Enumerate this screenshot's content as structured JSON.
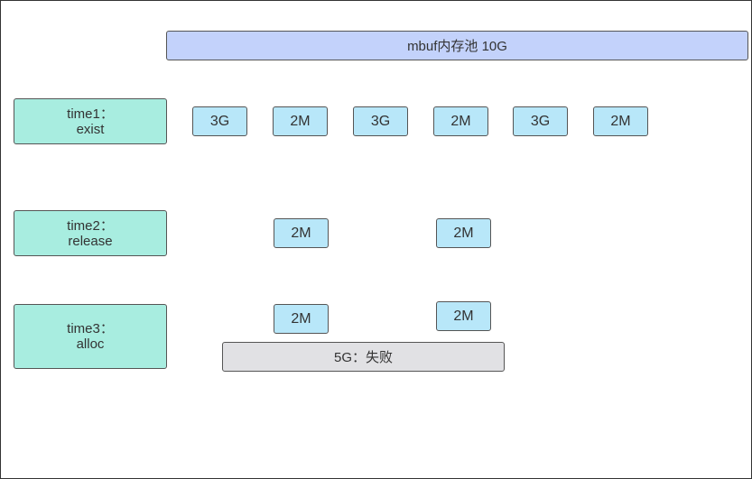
{
  "pool": {
    "label": "mbuf内存池 10G"
  },
  "rows": [
    {
      "label_line1": "time1：",
      "label_line2": "exist",
      "chunks": [
        "3G",
        "2M",
        "3G",
        "2M",
        "3G",
        "2M"
      ]
    },
    {
      "label_line1": "time2：",
      "label_line2": "release",
      "chunks": [
        "2M",
        "2M"
      ]
    },
    {
      "label_line1": "time3：",
      "label_line2": "alloc",
      "chunks": [
        "2M",
        "2M"
      ],
      "failed_alloc": "5G：失败"
    }
  ],
  "colors": {
    "pool_fill": "#c3d2fb",
    "label_fill": "#a8ede0",
    "chunk_fill": "#b8e7f9",
    "fail_fill": "#e1e1e4"
  }
}
